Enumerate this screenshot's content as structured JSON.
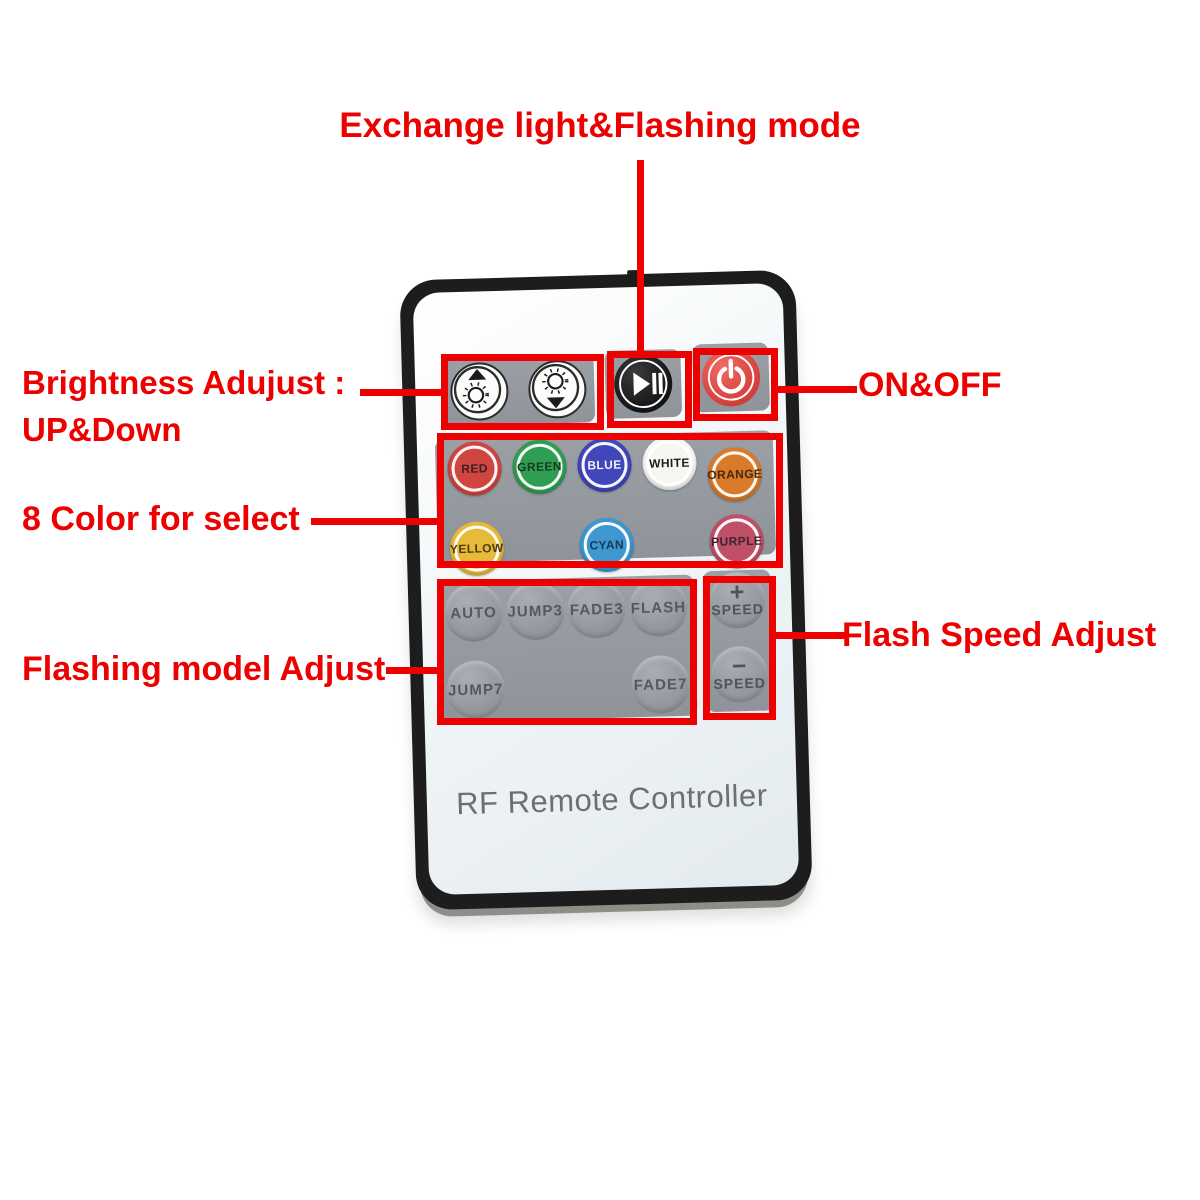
{
  "annotations": {
    "accent_color": "#ec0000",
    "exchange_mode": "Exchange light&Flashing mode",
    "brightness_line1": "Brightness Adujust :",
    "brightness_line2": "UP&Down",
    "color_select": "8 Color for select",
    "flashing_mode": "Flashing model Adjust",
    "on_off": "ON&OFF",
    "flash_speed": "Flash Speed Adjust"
  },
  "remote": {
    "brand_text": "RF Remote Controller",
    "top_buttons": {
      "brightness_up_icon": "sun-with-up-arrow",
      "brightness_down_icon": "sun-with-down-arrow",
      "play_pause_icon": "play-pause",
      "power_icon": "power"
    },
    "color_buttons": [
      {
        "label": "RED",
        "color": "#d04540",
        "text_color": "#3c2020"
      },
      {
        "label": "GREEN",
        "color": "#2f9e52",
        "text_color": "#143a20"
      },
      {
        "label": "BLUE",
        "color": "#4146ba",
        "text_color": "#f0f0fa"
      },
      {
        "label": "WHITE",
        "color": "#f6f6f2",
        "text_color": "#1d1d1d"
      },
      {
        "label": "ORANGE",
        "color": "#d97b2a",
        "text_color": "#46280e"
      },
      {
        "label": "YELLOW",
        "color": "#e7ba39",
        "text_color": "#4c3a10"
      },
      {
        "label": "CYAN",
        "color": "#3e97cf",
        "text_color": "#173a55"
      },
      {
        "label": "PURPLE",
        "color": "#c04f68",
        "text_color": "#3c2430"
      }
    ],
    "mode_buttons": [
      "AUTO",
      "JUMP3",
      "FADE3",
      "FLASH",
      "JUMP7",
      "FADE7"
    ],
    "speed_buttons": [
      {
        "sign": "+",
        "label": "SPEED"
      },
      {
        "sign": "−",
        "label": "SPEED"
      }
    ]
  }
}
